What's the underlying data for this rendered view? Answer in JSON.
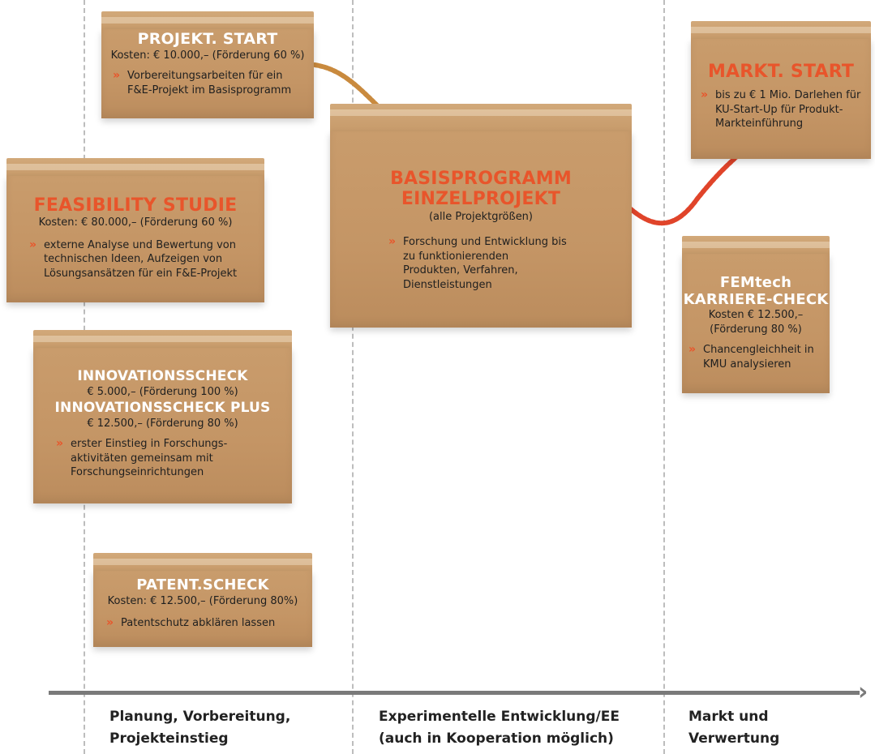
{
  "boxes": {
    "projekt_start": {
      "title": "PROJEKT. START",
      "cost": "Kosten: € 10.000,– (Förderung 60 %)",
      "bullet": "Vorbereitungsarbeiten für ein F&E-Projekt im Basisprogramm"
    },
    "feasibility": {
      "title": "FEASIBILITY STUDIE",
      "cost": "Kosten: € 80.000,– (Förderung 60 %)",
      "bullet": "externe Analyse und Bewertung von technischen Ideen, Aufzeigen von Lösungsansätzen für ein F&E-Projekt"
    },
    "innovationsscheck": {
      "title": "INNOVATIONSSCHECK",
      "cost": "€ 5.000,– (Förderung 100 %)",
      "title2": "INNOVATIONSSCHECK PLUS",
      "cost2": "€ 12.500,– (Förderung 80 %)",
      "bullet": "erster Einstieg in Forschungs-aktivitäten gemeinsam mit Forschungseinrichtungen"
    },
    "patent": {
      "title": "PATENT.SCHECK",
      "cost": "Kosten: € 12.500,– (Förderung 80%)",
      "bullet": "Patentschutz abklären lassen"
    },
    "basisprogramm": {
      "title1": "BASISPROGRAMM",
      "title2": "EINZELPROJEKT",
      "sub": "(alle Projektgrößen)",
      "bullet": "Forschung und Entwicklung bis zu funktionierenden Produkten, Verfahren, Dienstleistungen"
    },
    "markt_start": {
      "title": "MARKT. START",
      "bullet": "bis zu € 1 Mio. Darlehen für KU-Start-Up für Produkt-Markteinführung"
    },
    "femtech": {
      "title1": "FEMtech",
      "title2": "KARRIERE-CHECK",
      "cost": "Kosten € 12.500,–",
      "cost2": "(Förderung 80 %)",
      "bullet": "Chancengleichheit in KMU analysieren"
    }
  },
  "phases": {
    "p1_line1": "Planung, Vorbereitung,",
    "p1_line2": "Projekteinstieg",
    "p2_line1": "Experimentelle Entwicklung/EE",
    "p2_line2": "(auch in Kooperation möglich)",
    "p3_line1": "Markt und",
    "p3_line2": "Verwertung"
  },
  "colors": {
    "accent": "#e8552b",
    "cardboard": "#c99c6c",
    "axis": "#7a7a7a",
    "rope_beige": "#c98a3e",
    "rope_red": "#e0442a"
  },
  "icons": {
    "bullet": "»",
    "axis_arrow": "arrow-right"
  }
}
